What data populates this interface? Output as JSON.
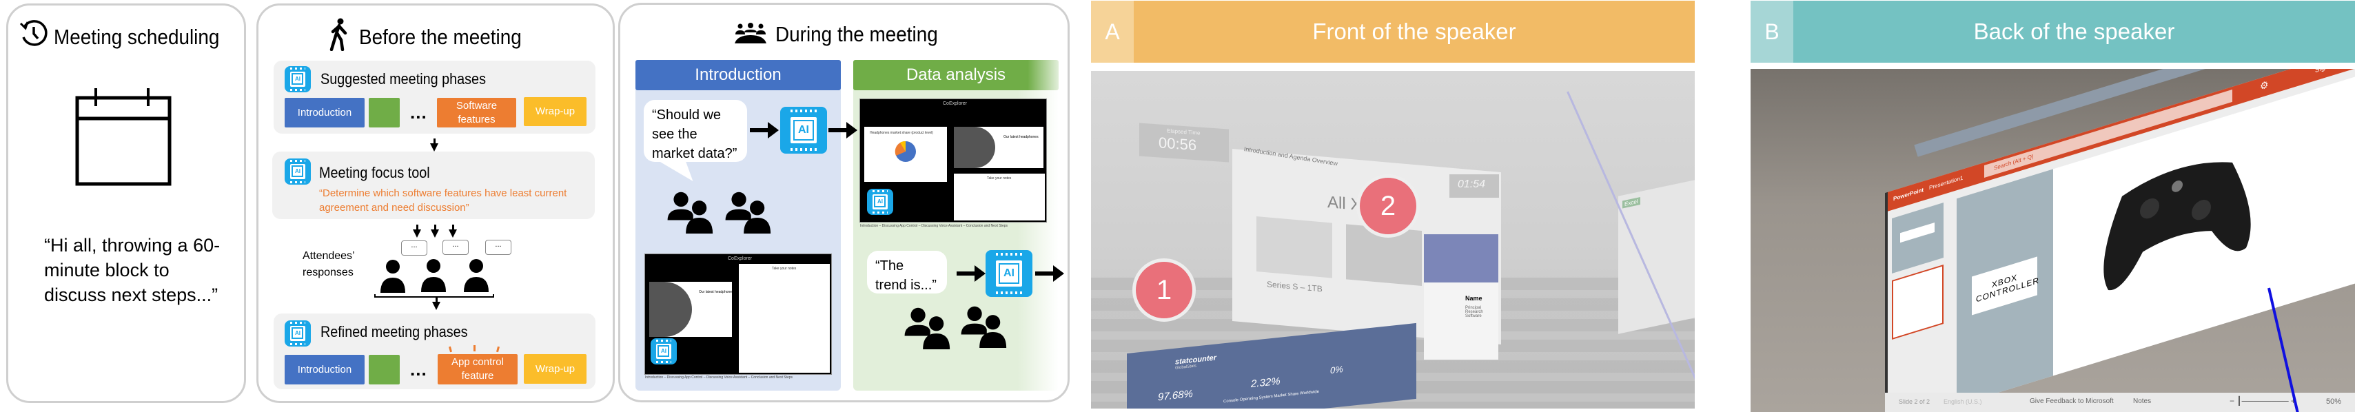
{
  "scheduling": {
    "title": "Meeting scheduling",
    "icon": "history-clock-icon",
    "quote": "“Hi all, throwing a 60-minute block to discuss next steps...”"
  },
  "before": {
    "title": "Before the meeting",
    "icon": "walking-person-icon",
    "suggested": {
      "title": "Suggested meeting phases",
      "phases": [
        "Introduction",
        "",
        "Software features",
        "Wrap-up"
      ],
      "ellipsis": "..."
    },
    "focus": {
      "title": "Meeting focus tool",
      "quote": "“Determine which software features have least current agreement and need discussion”"
    },
    "attendees": {
      "label": "Attendees’ responses",
      "bubble": "..."
    },
    "refined": {
      "title": "Refined meeting phases",
      "phases": [
        "Introduction",
        "",
        "App control feature",
        "Wrap-up"
      ],
      "ellipsis": "..."
    },
    "chip_label": "AI"
  },
  "during": {
    "title": "During the meeting",
    "icon": "meeting-group-icon",
    "intro": {
      "header": "Introduction",
      "quote": "“Should we see the market data?”"
    },
    "data": {
      "header": "Data analysis",
      "quote": "“The trend is...”"
    },
    "chip_label": "AI",
    "screenshot": {
      "app": "CoExplorer",
      "chart_title": "Headphones market share (product level)",
      "slide_title": "Our latest headphones",
      "notes": "Take your notes",
      "agenda_data": "Introduction – Discussing App Control – Discussing Voice Assistant – Conclusion and Next Steps",
      "agenda_intro": "Introduction – Discussing App Control – Discussing Voice Assistant – Conclusion and Next Steps"
    },
    "colors": {
      "intro": "#4472c4",
      "data": "#70ad47"
    }
  },
  "panel_a": {
    "letter": "A",
    "title": "Front of the speaker",
    "color": "#f2bb66",
    "elapsed_label": "Elapsed Time",
    "elapsed": "00:56",
    "agenda": "Introduction and Agenda Overview",
    "timer": "01:54",
    "slide_title": "All X",
    "slide_caption": "Series S – 1TB",
    "badge1": "1",
    "badge2": "2",
    "stat_brand": "statcounter",
    "stat_sub": "GlobalStats",
    "stats": [
      "97.68%",
      "2.32%",
      "0%"
    ],
    "stat_caption": "Console Operating System Market Share Worldwide",
    "profile_name": "Name",
    "profile_role": "Principal Research Software",
    "excel": "Excel"
  },
  "panel_b": {
    "letter": "B",
    "title": "Back of the speaker",
    "color": "#74c2c2",
    "app": "PowerPoint",
    "doc": "Presentation1",
    "search": "Search (Alt + Q)",
    "sign_in": "Sign in",
    "slide_text": "XBOX CONTROLLER",
    "status_slide": "Slide 2 of 2",
    "status_lang": "English (U.S.)",
    "feedback": "Give Feedback to Microsoft",
    "notes": "Notes",
    "zoom": "50%"
  }
}
